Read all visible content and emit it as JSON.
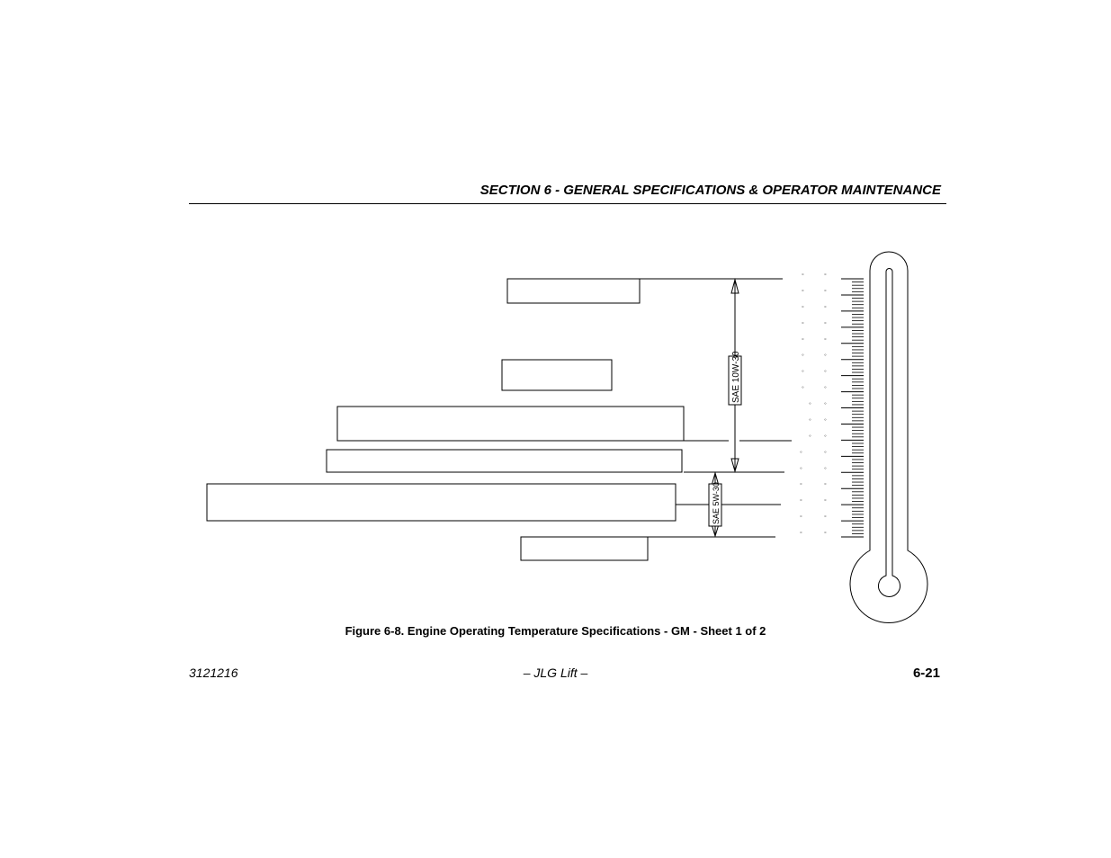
{
  "header": {
    "section_title": "SECTION 6 - GENERAL SPECIFICATIONS & OPERATOR MAINTENANCE"
  },
  "figure": {
    "caption": "Figure 6-8. Engine Operating Temperature Specifications - GM - Sheet 1 of 2",
    "oil_ranges": [
      {
        "label": "SAE 10W-30"
      },
      {
        "label": "SAE 5W-30"
      }
    ],
    "degree_symbol": "°"
  },
  "footer": {
    "doc_number": "3121216",
    "center": "– JLG Lift –",
    "page_number": "6-21"
  }
}
